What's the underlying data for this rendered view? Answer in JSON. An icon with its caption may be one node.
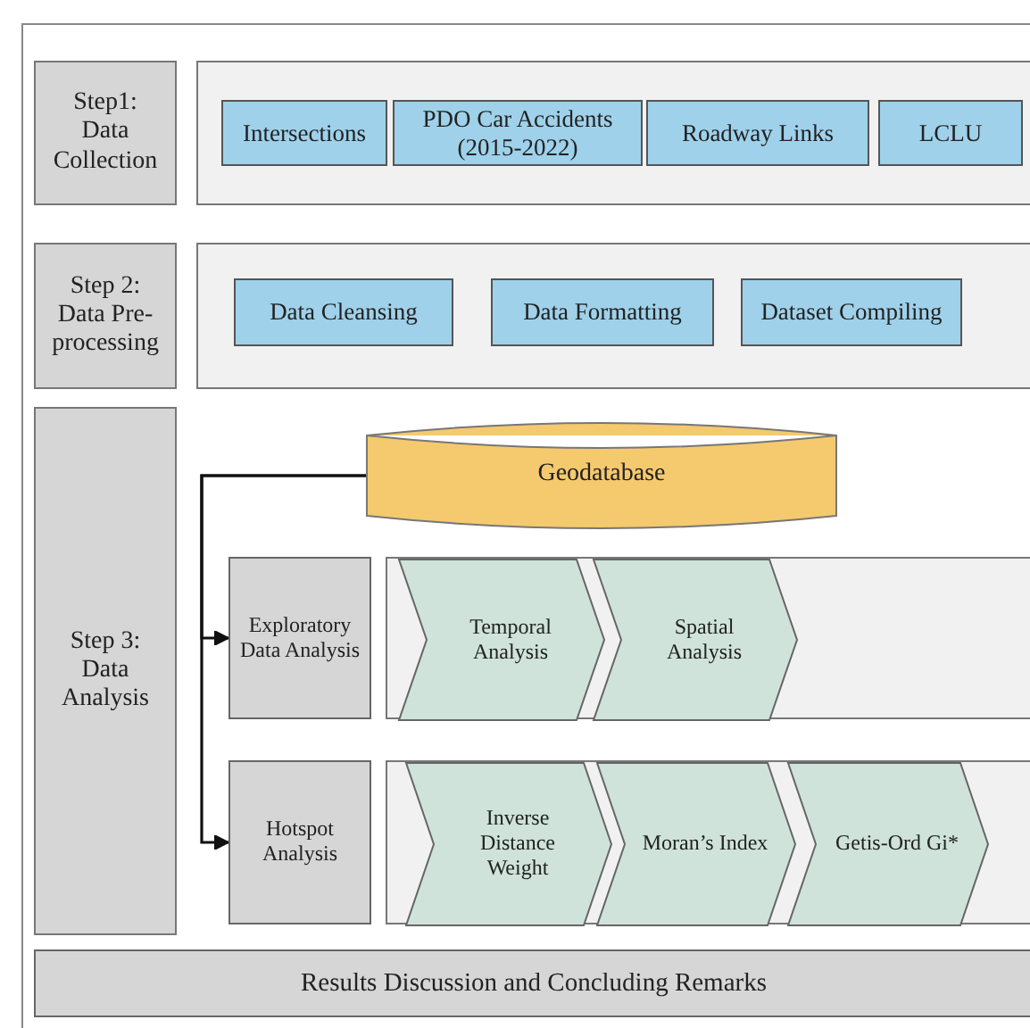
{
  "diagram": {
    "nodes": [
      {
        "text": [
          "Step1: Data Collection"
        ]
      },
      {
        "text": [],
        "shape": "box"
      },
      {
        "text": [
          "Intersections"
        ],
        "in": 1
      },
      {
        "text": [
          "PDO Car Accidents (2015-2022)"
        ],
        "in": 1
      },
      {
        "text": [
          "Roadway Links"
        ],
        "in": 1
      },
      {
        "text": [
          "LCLU"
        ],
        "in": 1
      },
      {
        "text": [
          "Step 2: Data Pre-processing"
        ]
      },
      {
        "text": [],
        "shape": "box"
      },
      {
        "text": [
          "Data Cleansing"
        ],
        "in": 7
      },
      {
        "text": [
          "Data Formatting"
        ],
        "in": 7
      },
      {
        "text": [
          "Dataset Compiling"
        ],
        "in": 7
      },
      {
        "text": [
          "Step 3: Data Analysis"
        ]
      },
      {
        "text": [
          "Geodatabase"
        ]
      },
      {
        "text": [
          "Exploratory Data Analysis"
        ]
      },
      {
        "text": [],
        "shape": "box"
      },
      {
        "text": [
          "Temporal Analysis"
        ],
        "in": 14
      },
      {
        "text": [
          "Spatial Analysis"
        ],
        "in": 14
      },
      {
        "text": [
          "Hotspot Analysis"
        ]
      },
      {
        "text": [],
        "shape": "box"
      },
      {
        "text": [
          "Inverse Distance Weight"
        ],
        "in": 18
      },
      {
        "text": [
          "Moran’s Index"
        ],
        "in": 18
      },
      {
        "text": [
          "Getis-Ord Gi*"
        ],
        "in": 18
      },
      {
        "text": [
          "Results Discussion and Concluding Remarks"
        ]
      }
    ],
    "edges": [
      {
        "from": 12,
        "to": 13,
        "arrow": "to"
      },
      {
        "from": 12,
        "to": 17,
        "arrow": "to"
      }
    ]
  }
}
